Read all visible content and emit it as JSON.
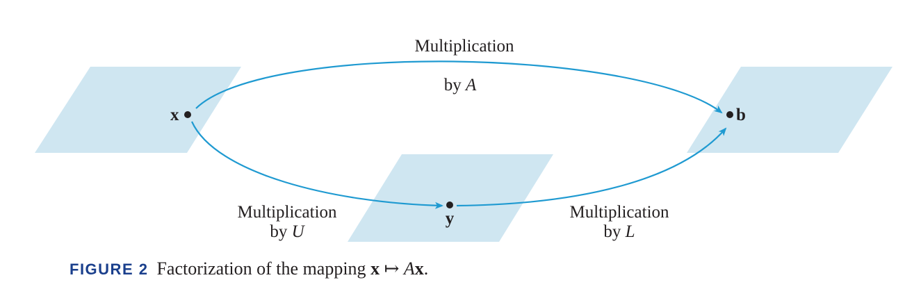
{
  "colors": {
    "plane_fill": "#cfe6f1",
    "arrow": "#1f9ad1",
    "text": "#231f20",
    "figure_label": "#1a3f8c"
  },
  "diagram": {
    "points": {
      "x": "x",
      "y": "y",
      "b": "b"
    },
    "arrows": {
      "top": {
        "line1": "Multiplication",
        "line2_prefix": "by ",
        "matrix": "A"
      },
      "x_to_y": {
        "line1": "Multiplication",
        "line2_prefix": "by ",
        "matrix": "U"
      },
      "y_to_b": {
        "line1": "Multiplication",
        "line2_prefix": "by ",
        "matrix": "L"
      }
    }
  },
  "caption": {
    "figure_label": "FIGURE 2",
    "text_prefix": "Factorization of the mapping ",
    "bold_x": "x",
    "mapsto": " ↦ ",
    "italic_A": "A",
    "bold_x2": "x",
    "period": "."
  }
}
